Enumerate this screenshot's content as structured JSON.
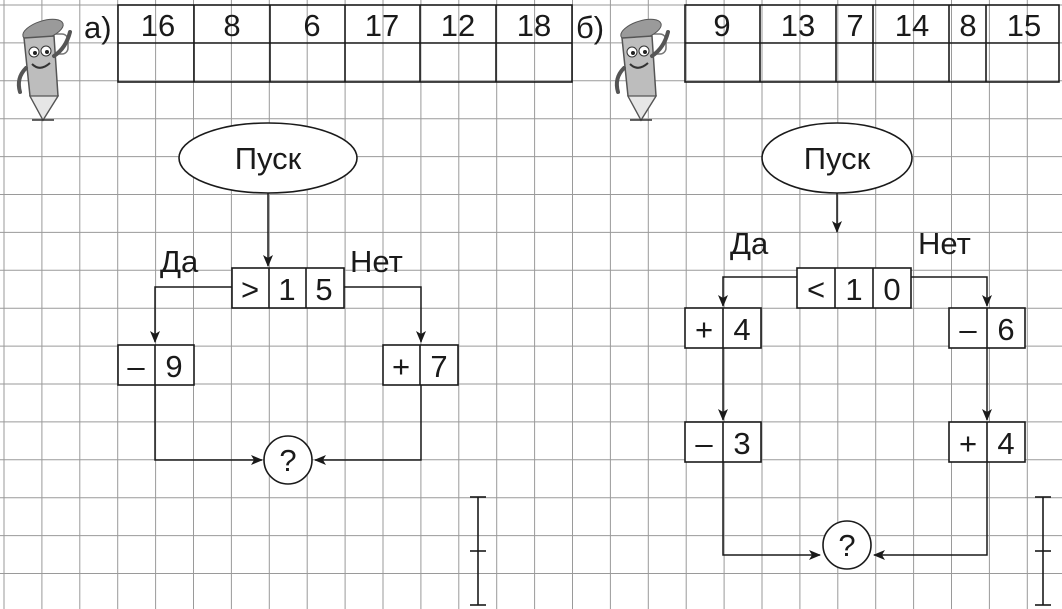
{
  "colors": {
    "grid": "#9a9a9a",
    "ink": "#1a1a1a",
    "paper": "#ffffff"
  },
  "panel_a": {
    "label": "а)",
    "numbers": [
      "16",
      "8",
      "6",
      "17",
      "12",
      "18"
    ],
    "start": "Пуск",
    "yes": "Да",
    "no": "Нет",
    "condition": {
      "sign": ">",
      "digits": [
        "1",
        "5"
      ]
    },
    "yes_op": {
      "sign": "–",
      "value": "9"
    },
    "no_op": {
      "sign": "+",
      "value": "7"
    },
    "result": "?"
  },
  "panel_b": {
    "label": "б)",
    "numbers": [
      "9",
      "13",
      "7",
      "14",
      "8",
      "15"
    ],
    "start": "Пуск",
    "yes": "Да",
    "no": "Нет",
    "condition": {
      "sign": "<",
      "digits": [
        "1",
        "0"
      ]
    },
    "yes_ops": [
      {
        "sign": "+",
        "value": "4"
      },
      {
        "sign": "–",
        "value": "3"
      }
    ],
    "no_ops": [
      {
        "sign": "–",
        "value": "6"
      },
      {
        "sign": "+",
        "value": "4"
      }
    ],
    "result": "?"
  },
  "mascot_icon": "pencil-mascot-icon",
  "ruler_icon": "measure-bracket-icon"
}
